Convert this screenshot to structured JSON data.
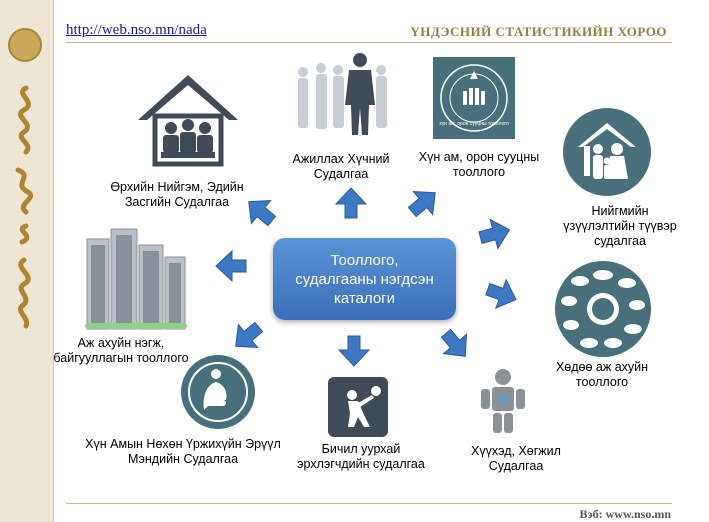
{
  "header": {
    "url": "http://web.nso.mn/nada",
    "org_title": "ҮНДЭСНИЙ СТАТИСТИКИЙН ХОРОО"
  },
  "footer": {
    "text": "Вэб: www.nso.mn"
  },
  "center": {
    "label": "Тооллого,\nсудалгааны нэгдсэн\nкаталоги"
  },
  "nodes": {
    "household": {
      "label": "Өрхийн Нийгэм, Эдийн\nЗасгийн Судалгаа"
    },
    "labour": {
      "label": "Ажиллах Хүчний\nСудалгаа"
    },
    "census": {
      "label": "Хүн ам, орон сууцны\nтооллого",
      "icon_text": "хүн ам, орон сууцны тооллого"
    },
    "social": {
      "label": "Нийгмийн\nүзүүлэлтийн түүвэр\nсудалгаа"
    },
    "agri": {
      "label": "Хөдөө аж ахуйн\nтооллого"
    },
    "child": {
      "label": "Хүүхэд, Хөгжил\nСудалгаа"
    },
    "mining": {
      "label": "Бичил уурхай\nэрхлэгчдийн судалгаа"
    },
    "health": {
      "label": "Хүн Амын Нөхөн Үржихүйн Эрүүл\nМэндийн Судалгаа"
    },
    "enterprise": {
      "label": "Аж ахуйн нэгж,\nбайгууллагын тооллого"
    }
  },
  "colors": {
    "arrow": "#3d78c2",
    "icon_dark": "#3f4b57",
    "teal": "#48707c",
    "sidebar": "#eee6d4",
    "gold": "#9b7b3e"
  }
}
